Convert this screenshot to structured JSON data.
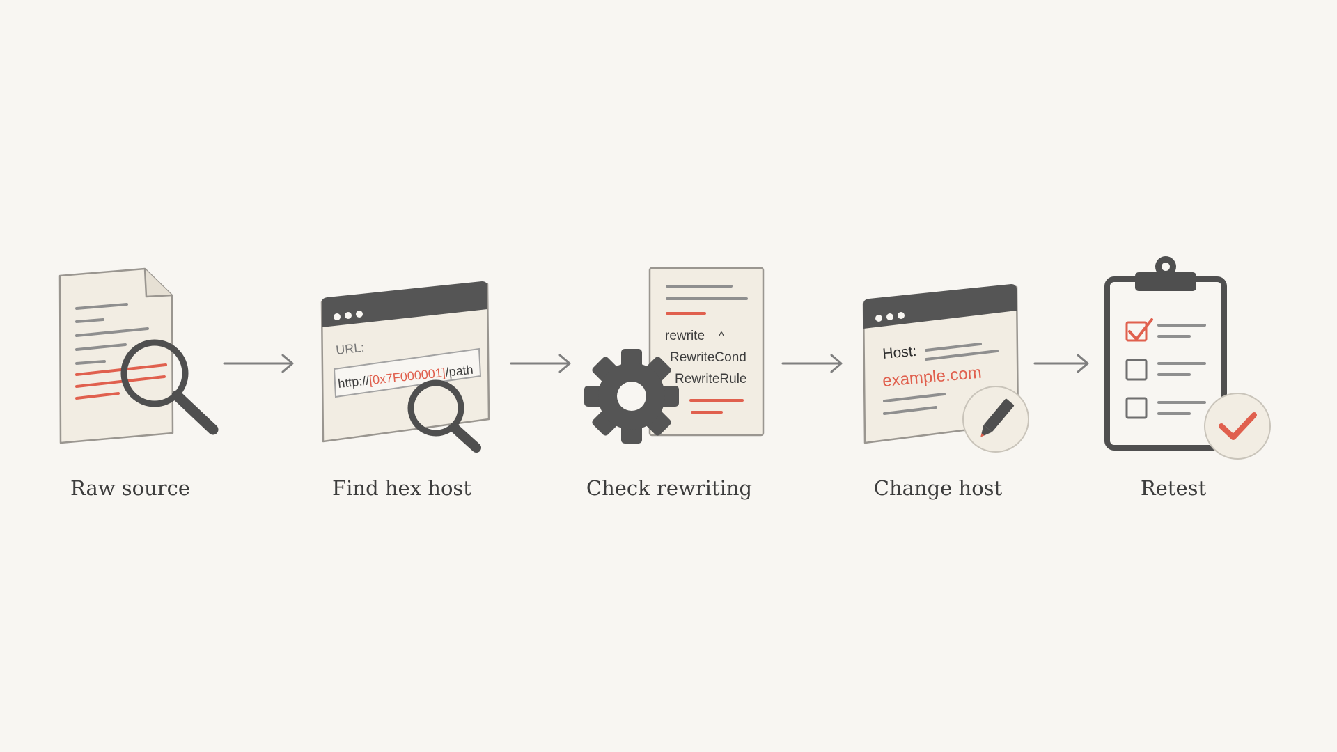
{
  "steps": [
    {
      "label": "Raw source",
      "icon": "document-magnifier-icon"
    },
    {
      "label": "Find hex host",
      "icon": "browser-magnifier-icon"
    },
    {
      "label": "Check rewriting",
      "icon": "gear-config-icon"
    },
    {
      "label": "Change host",
      "icon": "browser-edit-icon"
    },
    {
      "label": "Retest",
      "icon": "clipboard-check-icon"
    }
  ],
  "find_hex": {
    "url_label": "URL:",
    "url_prefix": "http://",
    "url_host": "[0x7F000001]",
    "url_suffix": "/path"
  },
  "rewriting": {
    "line1": "rewrite",
    "caret": "^",
    "line2": "RewriteCond",
    "line3": "RewriteRule"
  },
  "change_host": {
    "host_label": "Host:",
    "host_value": "example.com"
  },
  "colors": {
    "background": "#f8f6f2",
    "dark": "#4f4f4f",
    "accent": "#e0604e",
    "paper": "#f2ede3",
    "text": "#3d3d3d"
  }
}
